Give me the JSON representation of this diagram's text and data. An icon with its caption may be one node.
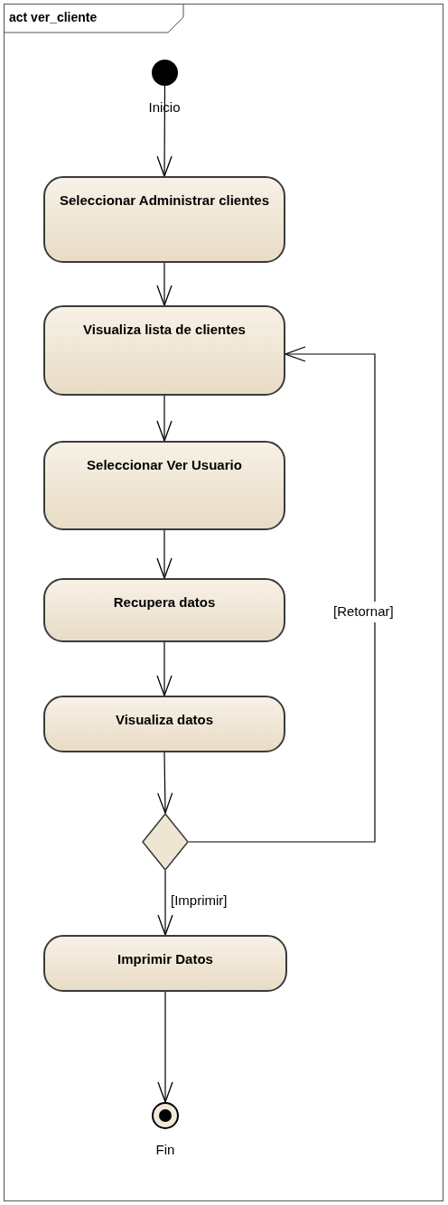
{
  "diagram": {
    "title": "act ver_cliente",
    "nodes": [
      {
        "text": [],
        "shape": "circle",
        "beside": [
          "Inicio"
        ]
      },
      {
        "text": [
          "Seleccionar Administrar clientes"
        ]
      },
      {
        "text": [
          "Visualiza lista de clientes"
        ]
      },
      {
        "text": [
          "Seleccionar Ver Usuario"
        ]
      },
      {
        "text": [
          "Recupera datos"
        ]
      },
      {
        "text": [
          "Visualiza datos"
        ]
      },
      {
        "text": [],
        "shape": "diamond"
      },
      {
        "text": [
          "Imprimir Datos"
        ]
      },
      {
        "text": [],
        "shape": "circle",
        "beside": [
          "Fin"
        ]
      }
    ],
    "edges": [
      {
        "from": 0,
        "to": 1,
        "arrow": "to"
      },
      {
        "from": 1,
        "to": 2,
        "arrow": "to"
      },
      {
        "from": 2,
        "to": 3,
        "arrow": "to"
      },
      {
        "from": 3,
        "to": 4,
        "arrow": "to"
      },
      {
        "from": 4,
        "to": 5,
        "arrow": "to"
      },
      {
        "from": 5,
        "to": 6,
        "arrow": "to"
      },
      {
        "from": 6,
        "to": 2,
        "arrow": "to",
        "label": "[Retornar]"
      },
      {
        "from": 6,
        "to": 7,
        "arrow": "to",
        "label": "[Imprimir]"
      },
      {
        "from": 7,
        "to": 8,
        "arrow": "to"
      }
    ]
  }
}
